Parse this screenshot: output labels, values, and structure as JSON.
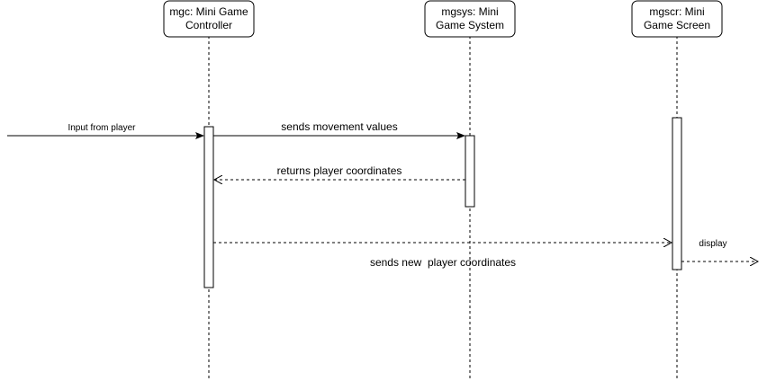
{
  "lifelines": {
    "mgc": {
      "title_line1": "mgc: Mini Game",
      "title_line2": "Controller"
    },
    "mgsys": {
      "title_line1": "mgsys: Mini",
      "title_line2": "Game System"
    },
    "mgscr": {
      "title_line1": "mgscr: Mini",
      "title_line2": "Game Screen"
    }
  },
  "messages": {
    "input": "Input from player",
    "sends_movement": "sends movement values",
    "returns_coords": "returns player coordinates",
    "sends_new_coords": "sends new  player coordinates",
    "display": "display"
  }
}
